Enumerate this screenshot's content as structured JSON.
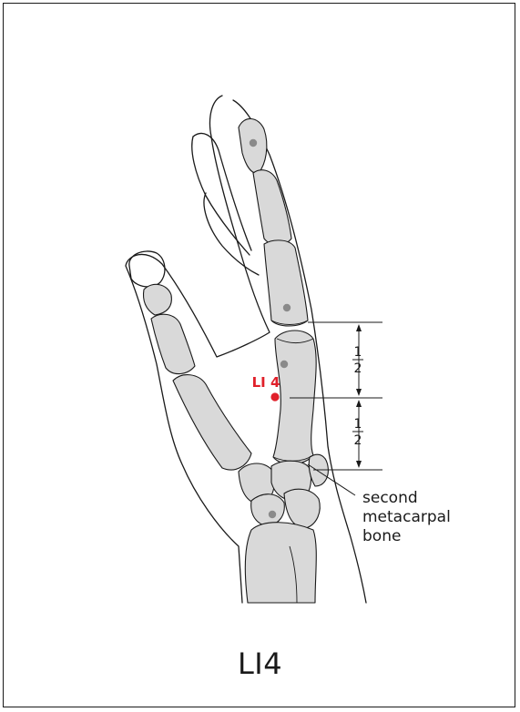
{
  "figure": {
    "title": "LI4",
    "point_label": "LI 4",
    "bone_label_lines": [
      "second",
      "metacarpal",
      "bone"
    ],
    "fraction_top": {
      "numerator": "1",
      "denominator": "2"
    },
    "fraction_bottom": {
      "numerator": "1",
      "denominator": "2"
    }
  },
  "colors": {
    "outline": "#1a1a1a",
    "bone_fill": "#d9d9d9",
    "joint_dot": "#8a8a8a",
    "acupoint": "#e0202a"
  }
}
